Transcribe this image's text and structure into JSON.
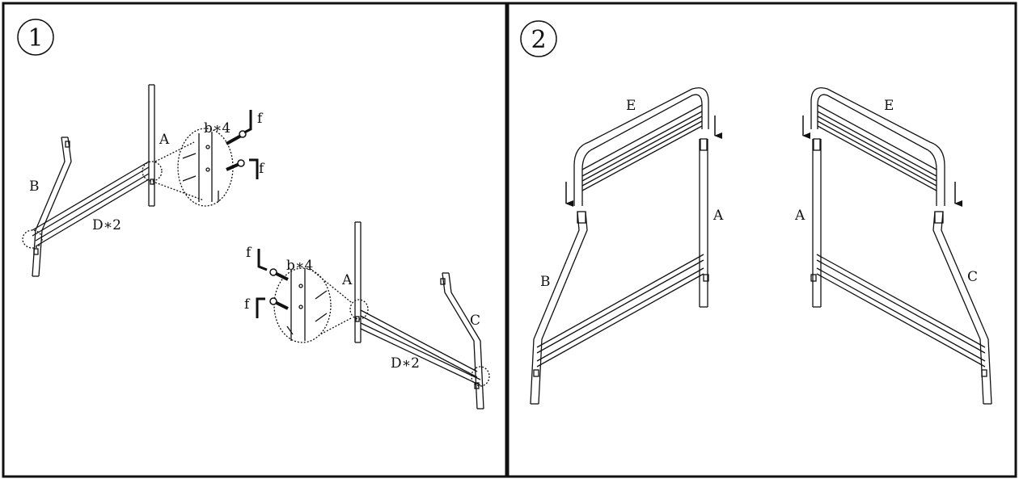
{
  "steps": [
    {
      "number": "1",
      "labels": {
        "b": "B",
        "a_left": "A",
        "d_left": "D∗2",
        "bolts_left": "b∗4",
        "f_left_top": "f",
        "f_left_bottom": "f",
        "bolts_right": "b∗4",
        "f_right_top": "f",
        "f_right_bottom": "f",
        "a_right": "A",
        "c": "C",
        "d_right": "D∗2"
      }
    },
    {
      "number": "2",
      "labels": {
        "e_left": "E",
        "a_left": "A",
        "b": "B",
        "e_right": "E",
        "a_right": "A",
        "c": "C"
      }
    }
  ]
}
